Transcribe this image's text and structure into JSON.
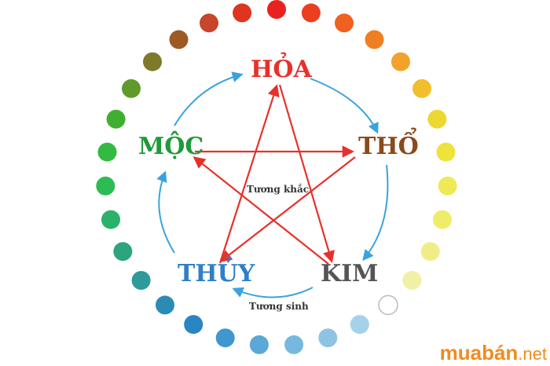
{
  "elements": {
    "hoa": {
      "label": "HỎA",
      "color": "#e8302a"
    },
    "tho": {
      "label": "THỔ",
      "color": "#8a4a1c"
    },
    "kim": {
      "label": "KIM",
      "color": "#555555"
    },
    "thuy": {
      "label": "THỦY",
      "color": "#2f7fc8"
    },
    "moc": {
      "label": "MỘC",
      "color": "#1f9a3a"
    }
  },
  "cycles": {
    "generating": {
      "label": "Tương sinh",
      "color": "#3aa3dd"
    },
    "overcoming": {
      "label": "Tương khắc",
      "color": "#e8302a"
    }
  },
  "color_wheel": [
    "#e8221f",
    "#ec3f1f",
    "#ef6021",
    "#f07f22",
    "#f2a22a",
    "#f2be2c",
    "#ecd733",
    "#eee23b",
    "#eee954",
    "#efec6a",
    "#efee86",
    "#f2f0a6",
    "#ffffff",
    "#a4d2ea",
    "#8ec3e4",
    "#77b8df",
    "#5aa8d7",
    "#3f97cd",
    "#2a85c3",
    "#2a8cb4",
    "#2c9b9a",
    "#2ca480",
    "#2bb26a",
    "#2dbc52",
    "#33ba40",
    "#3fae31",
    "#5f9a2a",
    "#7f7a2a",
    "#9d5a25",
    "#c7452a",
    "#de3520"
  ],
  "watermark": {
    "brand": "muabán",
    "tld": ".net",
    "color": "#f28a1f"
  }
}
